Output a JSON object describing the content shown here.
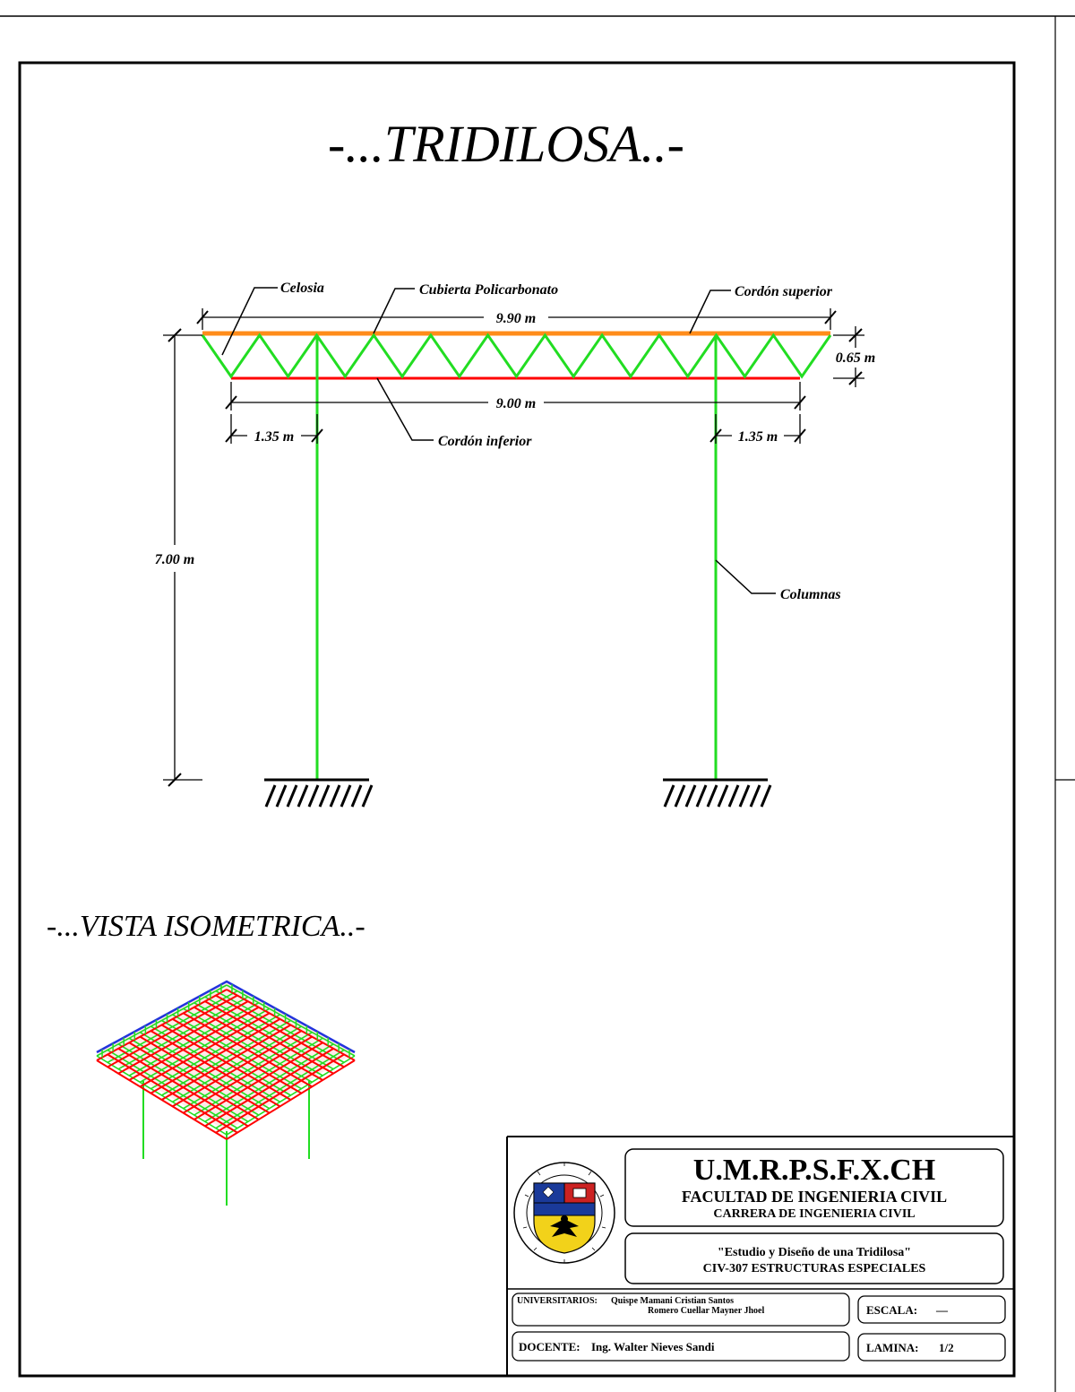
{
  "title": "-...TRIDILOSA..-",
  "iso_title": "-...VISTA ISOMETRICA..-",
  "labels": {
    "celosia": "Celosia",
    "cubierta": "Cubierta Policarbonato",
    "cordon_superior": "Cordón superior",
    "cordon_inferior": "Cordón inferior",
    "columnas": "Columnas"
  },
  "dimensions": {
    "top_span": "9.90 m",
    "depth": "0.65 m",
    "bottom_span": "9.00 m",
    "left_overhang": "1.35 m",
    "right_overhang": "1.35 m",
    "height": "7.00 m"
  },
  "title_block": {
    "institution": "U.M.R.P.S.F.X.CH",
    "faculty": "FACULTAD DE INGENIERIA CIVIL",
    "career": "CARRERA DE INGENIERIA CIVIL",
    "project_line1": "\"Estudio y Diseño de una Tridilosa\"",
    "project_line2": "CIV-307 ESTRUCTURAS ESPECIALES",
    "students_label": "UNIVERSITARIOS:",
    "student1": "Quispe Mamani Cristian Santos",
    "student2": "Romero Cuellar Mayner Jhoel",
    "teacher_label": "DOCENTE:",
    "teacher": "Ing. Walter Nieves Sandi",
    "scale_label": "ESCALA:",
    "scale_value": "—",
    "sheet_label": "LAMINA:",
    "sheet_value": "1/2"
  },
  "colors": {
    "chord_top": "#ff8c1a",
    "chord_bottom": "#ff0000",
    "diagonals": "#22dd22",
    "columns": "#22dd22",
    "iso_top_edge": "#2233dd",
    "line": "#000000",
    "seal_blue": "#1a3a9a",
    "seal_yellow": "#f2d21a",
    "seal_red": "#cc2222"
  }
}
